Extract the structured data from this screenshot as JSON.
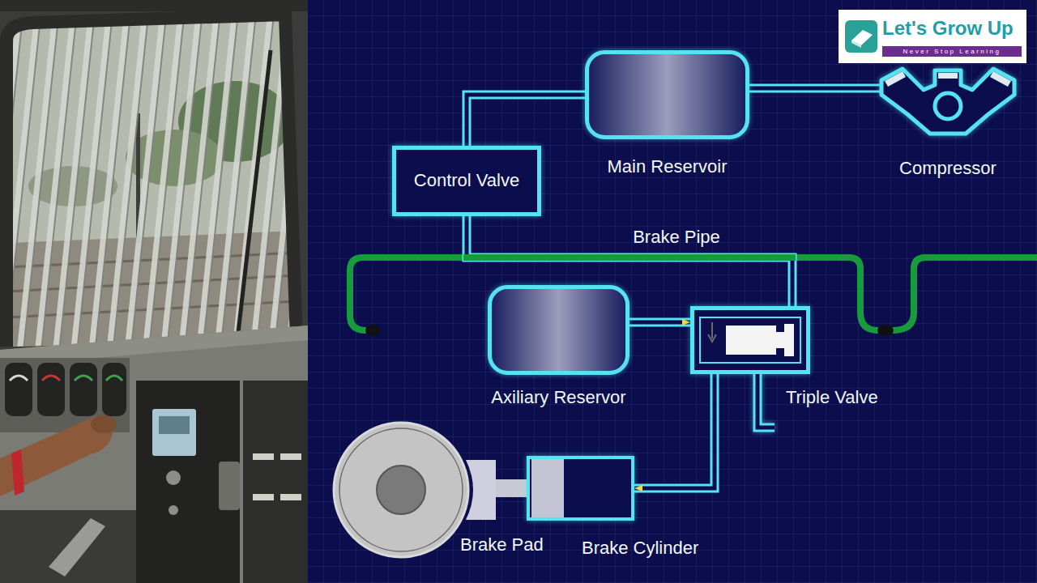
{
  "diagram": {
    "nodes": [
      {
        "text": [
          "Control Valve"
        ]
      },
      {
        "text": [
          "Main Reservoir"
        ]
      },
      {
        "text": [
          "Compressor"
        ]
      },
      {
        "text": [
          "Axiliary Reservor"
        ]
      },
      {
        "text": [
          "Triple Valve"
        ]
      },
      {
        "text": [
          "Brake Pad"
        ]
      },
      {
        "text": [
          "Brake Cylinder"
        ]
      }
    ],
    "edges": [
      {
        "from": 2,
        "to": 1,
        "arrow": "none"
      },
      {
        "from": 1,
        "to": 0,
        "arrow": "none"
      },
      {
        "from": 0,
        "to": 4,
        "label": "Brake Pipe",
        "arrow": "none"
      },
      {
        "from": 3,
        "to": 4,
        "arrow": "to"
      },
      {
        "from": 4,
        "to": 6,
        "arrow": "to"
      },
      {
        "from": 6,
        "to": 5,
        "arrow": "none"
      }
    ],
    "labels": [
      "Let's Grow Up",
      "Never Stop Learning"
    ]
  }
}
